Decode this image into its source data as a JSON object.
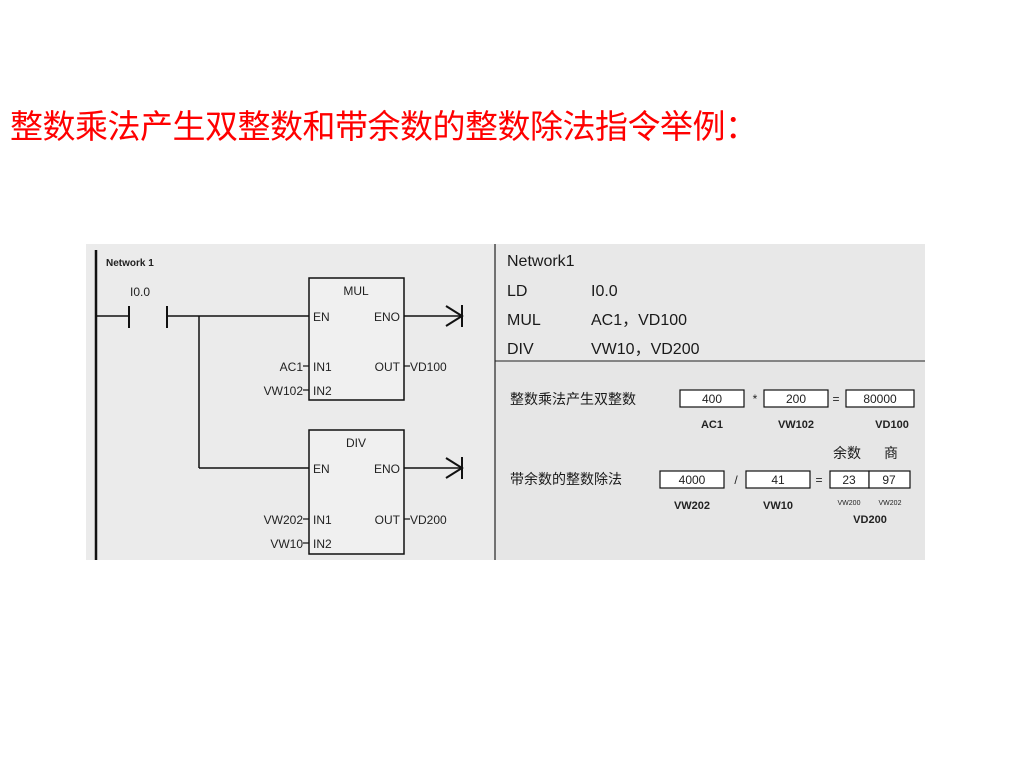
{
  "page_title": "整数乘法产生双整数和带余数的整数除法指令举例：",
  "ladder": {
    "network_label": "Network 1",
    "contact_label": "I0.0",
    "mul_block": {
      "title": "MUL",
      "en": "EN",
      "eno": "ENO",
      "in1": "IN1",
      "in2": "IN2",
      "out": "OUT",
      "in1_operand": "AC1",
      "in2_operand": "VW102",
      "out_operand": "VD100"
    },
    "div_block": {
      "title": "DIV",
      "en": "EN",
      "eno": "ENO",
      "in1": "IN1",
      "in2": "IN2",
      "out": "OUT",
      "in1_operand": "VW202",
      "in2_operand": "VW10",
      "out_operand": "VD200"
    }
  },
  "statement_list": {
    "network_label": "Network1",
    "lines": [
      {
        "op": "LD",
        "args": "I0.0"
      },
      {
        "op": "MUL",
        "args": "AC1，VD100"
      },
      {
        "op": "DIV",
        "args": "VW10，VD200"
      }
    ]
  },
  "example": {
    "mul_row": {
      "label": "整数乘法产生双整数",
      "operand1": "400",
      "operator1": "*",
      "operand2": "200",
      "operator2": "=",
      "result": "80000",
      "operand1_name": "AC1",
      "operand2_name": "VW102",
      "result_name": "VD100"
    },
    "div_row": {
      "header_remainder": "余数",
      "header_quotient": "商",
      "label": "带余数的整数除法",
      "operand1": "4000",
      "operator1": "/",
      "operand2": "41",
      "operator2": "=",
      "remainder": "23",
      "quotient": "97",
      "operand1_name": "VW202",
      "operand2_name": "VW10",
      "remainder_name": "VW200",
      "quotient_name": "VW202",
      "result_name": "VD200"
    }
  }
}
